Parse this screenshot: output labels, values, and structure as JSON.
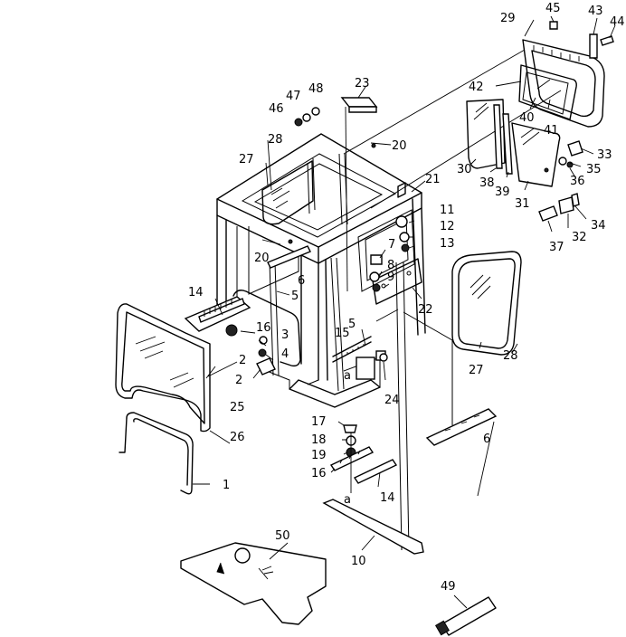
{
  "labels": {
    "p1": "1",
    "p2a": "2",
    "p2b": "2",
    "p3": "3",
    "p4": "4",
    "p5a": "5",
    "p5b": "5",
    "p6a": "6",
    "p6b": "6",
    "p7": "7",
    "p8": "8",
    "p9": "9",
    "p10": "10",
    "p11": "11",
    "p12": "12",
    "p13": "13",
    "p14a": "14",
    "p14b": "14",
    "p15": "15",
    "p16a": "16",
    "p16b": "16",
    "p17": "17",
    "p18": "18",
    "p19": "19",
    "p20a": "20",
    "p20b": "20",
    "p21": "21",
    "p22": "22",
    "p23": "23",
    "p24": "24",
    "p25": "25",
    "p26": "26",
    "p27a": "27",
    "p27b": "27",
    "p28a": "28",
    "p28b": "28",
    "p29": "29",
    "p30": "30",
    "p31": "31",
    "p32": "32",
    "p33": "33",
    "p34": "34",
    "p35": "35",
    "p36": "36",
    "p37": "37",
    "p38": "38",
    "p39": "39",
    "p40": "40",
    "p41": "41",
    "p42": "42",
    "p43": "43",
    "p44": "44",
    "p45": "45",
    "p46": "46",
    "p47": "47",
    "p48": "48",
    "p49": "49",
    "p50": "50",
    "ref_a1": "a",
    "ref_a2": "a"
  }
}
